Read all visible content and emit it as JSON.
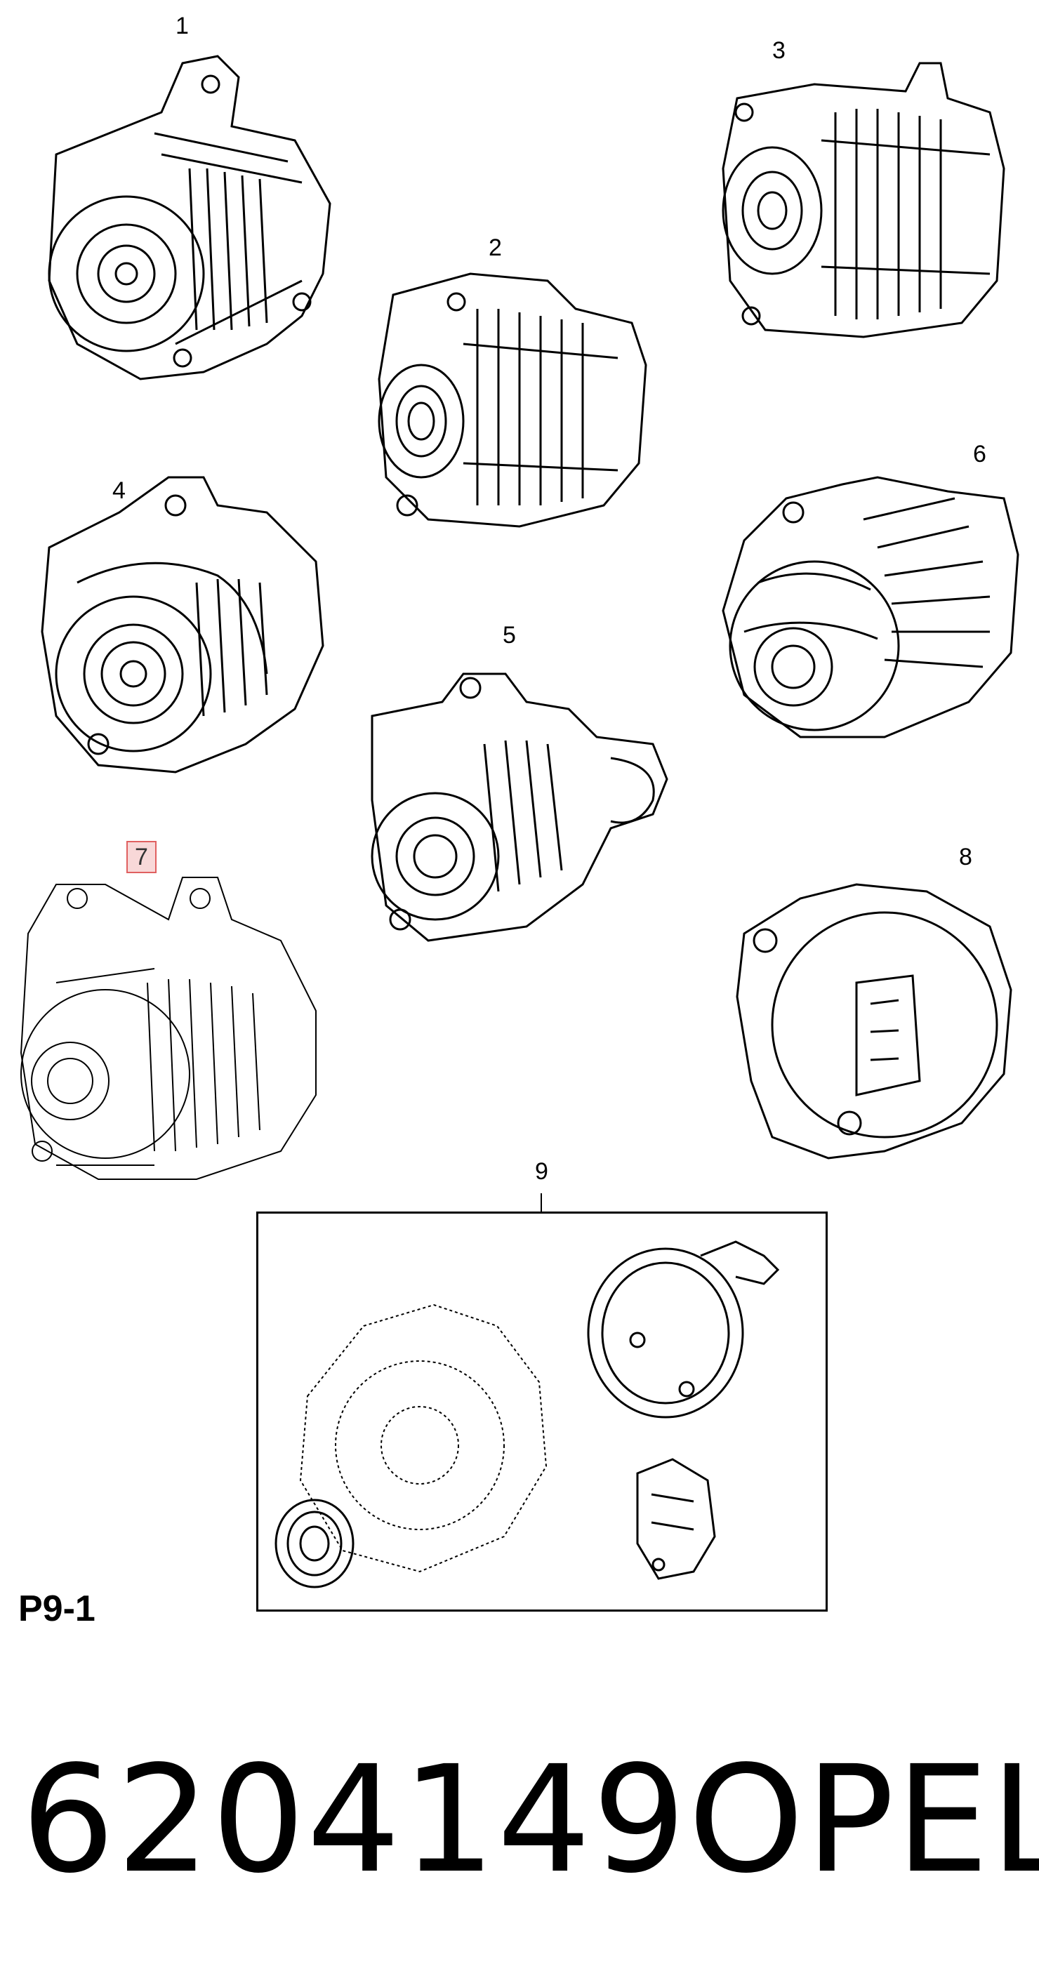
{
  "callouts": [
    {
      "number": "1"
    },
    {
      "number": "2"
    },
    {
      "number": "3"
    },
    {
      "number": "4"
    },
    {
      "number": "5"
    },
    {
      "number": "6"
    },
    {
      "number": "7"
    },
    {
      "number": "8"
    },
    {
      "number": "9"
    }
  ],
  "page_code": "P9-1",
  "part_number": "6204149",
  "brand": "OPEL",
  "highlighted_callout": "7",
  "colors": {
    "highlight_border": "#e06060",
    "highlight_fill": "#f8d8d8",
    "line": "#000000"
  }
}
